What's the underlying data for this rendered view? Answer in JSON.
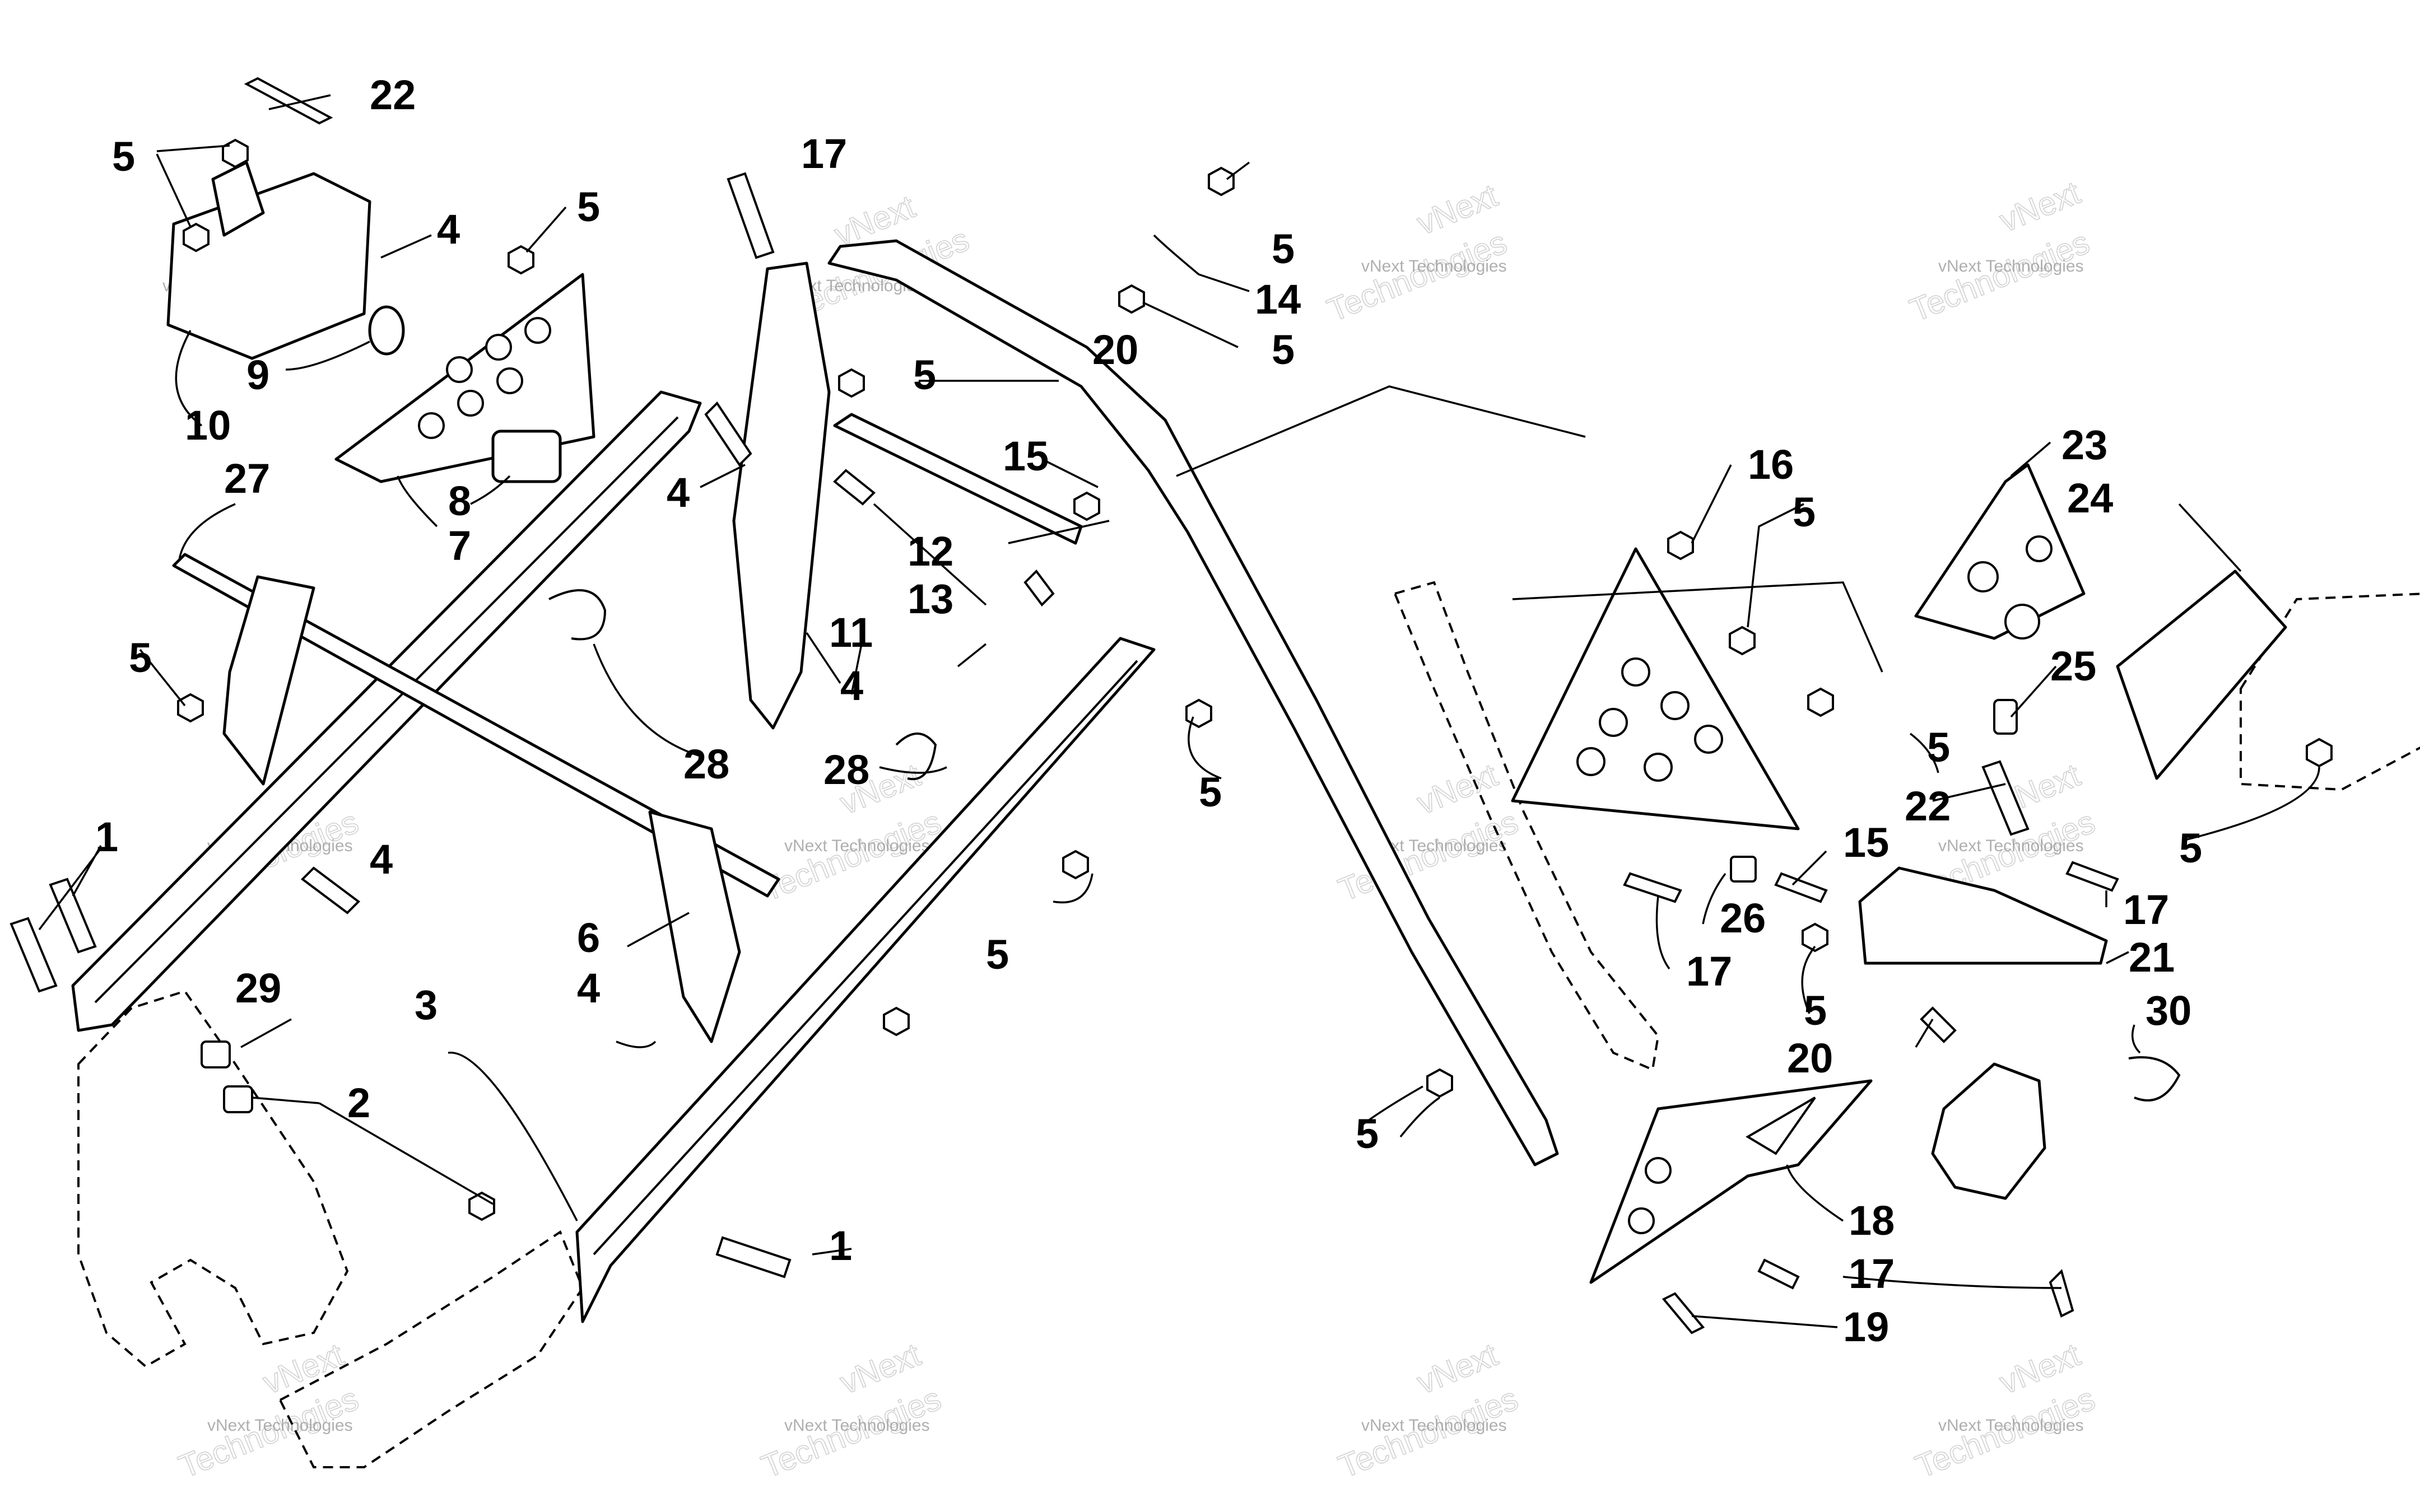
{
  "watermark": {
    "small": "vNext Technologies",
    "big_top": "vNext",
    "big_bottom": "Technologies"
  },
  "callouts": {
    "c22a": "22",
    "c5a": "5",
    "c4a": "4",
    "c5b": "5",
    "c9": "9",
    "c10": "10",
    "c8": "8",
    "c7": "7",
    "c27": "27",
    "c4b": "4",
    "c5c": "5",
    "c1a": "1",
    "c4c": "4",
    "c29": "29",
    "c3": "3",
    "c2": "2",
    "c6": "6",
    "c4d": "4",
    "c1b": "1",
    "c28a": "28",
    "c17a": "17",
    "c5d": "5",
    "c14": "14",
    "c20a": "20",
    "c5e": "5",
    "c5f": "5",
    "c15a": "15",
    "c12": "12",
    "c13": "13",
    "c11": "11",
    "c4e": "4",
    "c28b": "28",
    "c5g": "5",
    "c5h": "5",
    "c16": "16",
    "c5i": "5",
    "c23": "23",
    "c24": "24",
    "c25": "25",
    "c5j": "5",
    "c22b": "22",
    "c5k": "5",
    "c15b": "15",
    "c26": "26",
    "c17b": "17",
    "c17c": "17",
    "c21": "21",
    "c5l": "5",
    "c20b": "20",
    "c30": "30",
    "c5m": "5",
    "c18": "18",
    "c17d": "17",
    "c19": "19"
  }
}
